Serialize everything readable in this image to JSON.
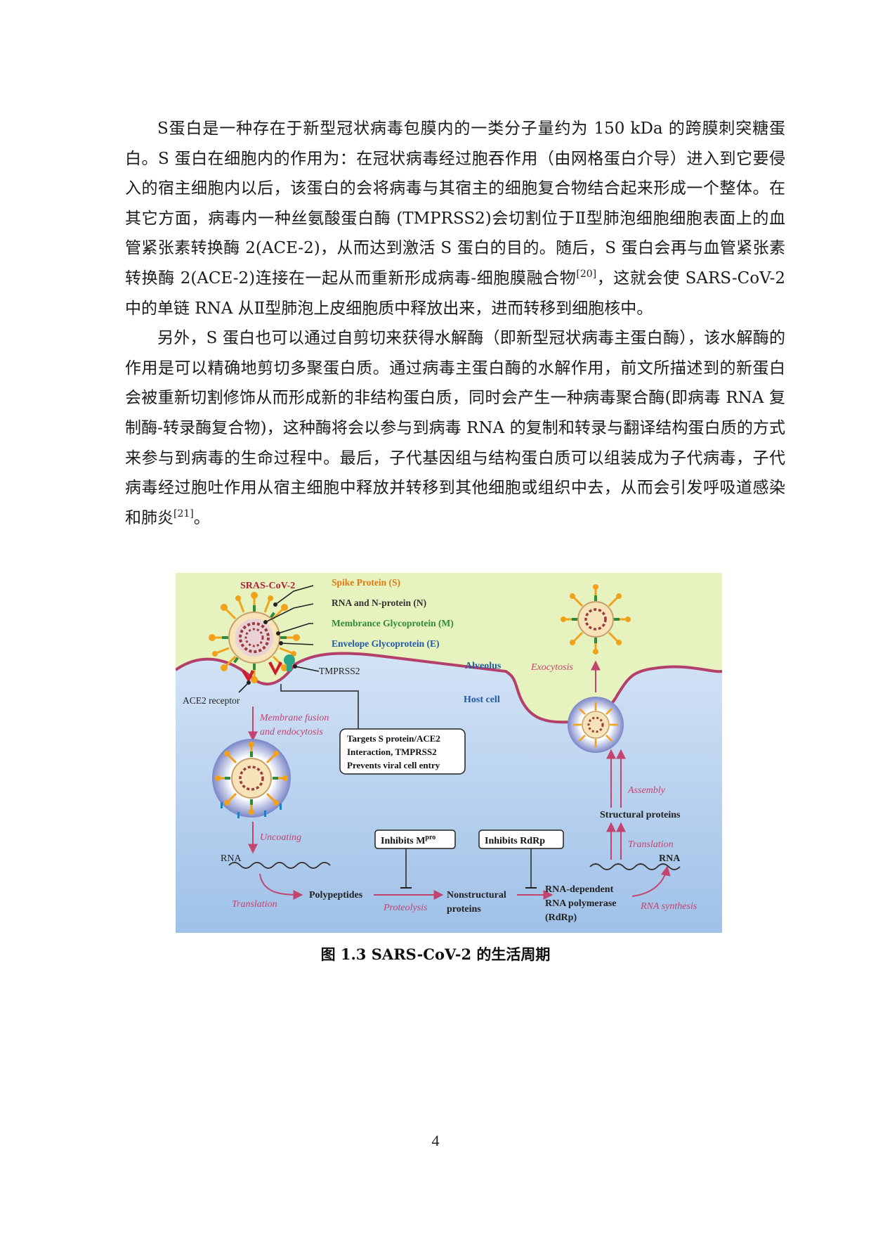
{
  "body": {
    "p1": {
      "main": "S蛋白是一种存在于新型冠状病毒包膜内的一类分子量约为 150 kDa 的跨膜刺突糖蛋白。S 蛋白在细胞内的作用为：在冠状病毒经过胞吞作用（由网格蛋白介导）进入到它要侵入的宿主细胞内以后，该蛋白的会将病毒与其宿主的细胞复合物结合起来形成一个整体。在其它方面，病毒内一种丝氨酸蛋白酶 (TMPRSS2)会切割位于Ⅱ型肺泡细胞细胞表面上的血管紧张素转换酶 2(ACE-2)，从而达到激活 S 蛋白的目的。随后，S 蛋白会再与血管紧张素转换酶 2(ACE-2)连接在一起从而重新形成病毒-细胞膜融合物",
      "ref": "[20]",
      "tail": "，这就会使 SARS-CoV-2 中的单链 RNA 从Ⅱ型肺泡上皮细胞质中释放出来，进而转移到细胞核中。"
    },
    "p2": {
      "main": "另外，S 蛋白也可以通过自剪切来获得水解酶（即新型冠状病毒主蛋白酶），该水解酶的作用是可以精确地剪切多聚蛋白质。通过病毒主蛋白酶的水解作用，前文所描述到的新蛋白会被重新切割修饰从而形成新的非结构蛋白质，同时会产生一种病毒聚合酶(即病毒 RNA 复制酶-转录酶复合物)，这种酶将会以参与到病毒 RNA 的复制和转录与翻译结构蛋白质的方式来参与到病毒的生命过程中。最后，子代基因组与结构蛋白质可以组装成为子代病毒，子代病毒经过胞吐作用从宿主细胞中释放并转移到其他细胞或组织中去，从而会引发呼吸道感染和肺炎",
      "ref": "[21]",
      "tail": "。"
    }
  },
  "figure": {
    "labels": {
      "virus": "SRAS-CoV-2",
      "spike": "Spike Protein (S)",
      "rna_n": "RNA and N-protein (N)",
      "membrane": "Membrance Glycoprotein (M)",
      "envelope": "Envelope Glycoprotein (E)",
      "tmprss2": "TMPRSS2",
      "ace2": "ACE2 receptor",
      "alveolus": "Alveolus",
      "exocytosis": "Exocytosis",
      "host_cell": "Host cell",
      "fusion_1": "Membrane fusion",
      "fusion_2": "and endocytosis",
      "target_1": "Targets S protein/ACE2",
      "target_2": "Interaction, TMPRSS2",
      "target_3": "Prevents viral cell entry",
      "assembly": "Assembly",
      "structural": "Structural proteins",
      "uncoating": "Uncoating",
      "inhibits_m": "Inhibits M",
      "inhibits_m_sup": "pro",
      "inhibits_rdrp": "Inhibits RdRp",
      "translation_right": "Translation",
      "rna_left": "RNA",
      "rna_right": "RNA",
      "translation_left": "Translation",
      "polypeptides": "Polypeptides",
      "proteolysis": "Proteolysis",
      "nonstructural_1": "Nonstructural",
      "nonstructural_2": "proteins",
      "rdrp_1": "RNA-dependent",
      "rdrp_2": "RNA polymerase",
      "rdrp_3": "(RdRp)",
      "rna_synthesis": "RNA synthesis"
    },
    "colors": {
      "alveolus_bg": "#e6f3bf",
      "host_bg": "#b9d3ee",
      "membrane_line": "#b3406b",
      "arrow_pink": "#c2446f",
      "spike": "#f1a21a",
      "m_protein": "#2f8a3a",
      "e_protein": "#1e7fc4",
      "label_red": "#b0203a",
      "label_orange": "#e07a10",
      "label_blue": "#2259a8"
    }
  },
  "caption": {
    "prefix": "图  1.3  SARS-CoV-2 ",
    "suffix": "的生活周期"
  },
  "page_number": "4"
}
